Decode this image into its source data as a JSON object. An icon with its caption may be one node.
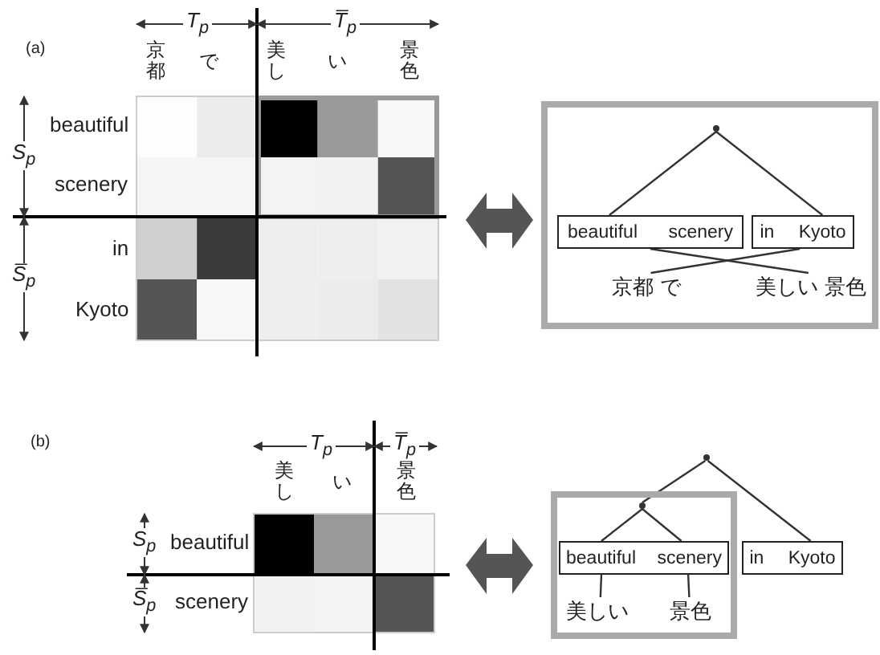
{
  "diagram": {
    "nodes": [
      {
        "text": [],
        "shape": "box"
      },
      {
        "text": [],
        "shape": "point",
        "in": 0
      },
      {
        "text": [
          "beautiful scenery"
        ],
        "in": 0
      },
      {
        "text": [
          "in Kyoto"
        ],
        "in": 0
      },
      {
        "text": [
          "京都 で"
        ],
        "in": 0
      },
      {
        "text": [
          "美しい 景色"
        ],
        "in": 0
      },
      {
        "text": [],
        "shape": "point"
      },
      {
        "text": [],
        "shape": "box"
      },
      {
        "text": [],
        "shape": "point",
        "in": 7
      },
      {
        "text": [
          "beautiful scenery"
        ],
        "in": 7
      },
      {
        "text": [
          "in Kyoto"
        ]
      },
      {
        "text": [
          "美しい"
        ],
        "in": 7
      },
      {
        "text": [
          "景色"
        ],
        "in": 7
      }
    ],
    "edges": [
      {
        "from": 1,
        "to": 2,
        "arrow": "none"
      },
      {
        "from": 1,
        "to": 3,
        "arrow": "none"
      },
      {
        "from": 2,
        "to": 5,
        "arrow": "none"
      },
      {
        "from": 3,
        "to": 4,
        "arrow": "none"
      },
      {
        "from": 6,
        "to": 8,
        "arrow": "none"
      },
      {
        "from": 6,
        "to": 10,
        "arrow": "none"
      },
      {
        "from": 8,
        "to": 9,
        "arrow": "none"
      },
      {
        "from": 8,
        "to": 9,
        "arrow": "none"
      },
      {
        "from": 9,
        "to": 11,
        "arrow": "none"
      },
      {
        "from": 9,
        "to": 12,
        "arrow": "none"
      }
    ],
    "labels": [
      "(a)",
      "T$_{p}$",
      "T̅$_{p}$",
      "京都",
      "で",
      "美し",
      "い",
      "景色",
      "beautiful",
      "scenery",
      "S$_{p}$",
      "in",
      "Kyoto",
      "S̅$_{p}$",
      "(b)",
      "T$_{p}$",
      "T̅$_{p}$",
      "美し",
      "い",
      "景色",
      "S$_{p}$",
      "beautiful",
      "S̅$_{p}$",
      "scenery"
    ]
  }
}
